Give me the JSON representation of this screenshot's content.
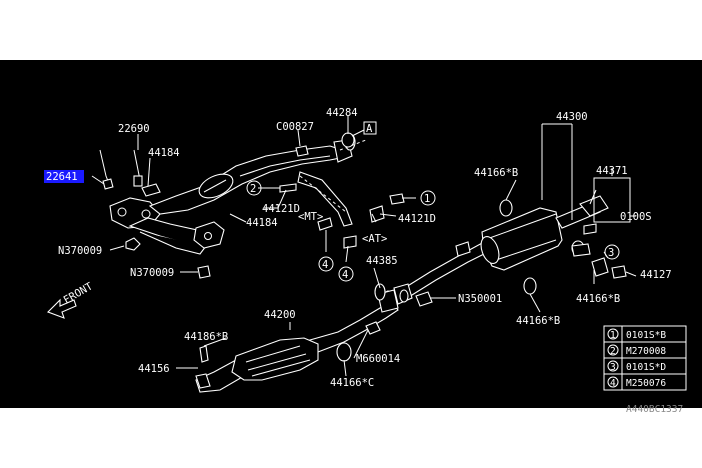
{
  "diagram": {
    "highlighted_part": "22641",
    "part_labels": {
      "p22641": "22641",
      "p22690": "22690",
      "p44184a": "44184",
      "p44184b": "44184",
      "pC00827": "C00827",
      "p44284": "44284",
      "pA": "A",
      "p44121Da": "44121D",
      "p44121Db": "44121D",
      "pMT": "<MT>",
      "pAT": "<AT>",
      "pN370009a": "N370009",
      "pN370009b": "N370009",
      "p44300": "44300",
      "p44371": "44371",
      "p44166Ba": "44166*B",
      "p44166Bb": "44166*B",
      "p44166Bc": "44166*B",
      "p0100S": "0100S",
      "p44127": "44127",
      "p44385": "44385",
      "pN350001": "N350001",
      "p44200": "44200",
      "p44186B": "44186*B",
      "pM660014": "M660014",
      "p44156": "44156",
      "p44166C": "44166*C",
      "front": "FRONT",
      "c1": "1",
      "c2": "2",
      "c3": "3",
      "c4a": "4",
      "c4b": "4",
      "footer": "A440BC1337"
    },
    "legend": [
      {
        "num": "1",
        "code": "0101S*B"
      },
      {
        "num": "2",
        "code": "M270008"
      },
      {
        "num": "3",
        "code": "0101S*D"
      },
      {
        "num": "4",
        "code": "M250076"
      }
    ]
  }
}
